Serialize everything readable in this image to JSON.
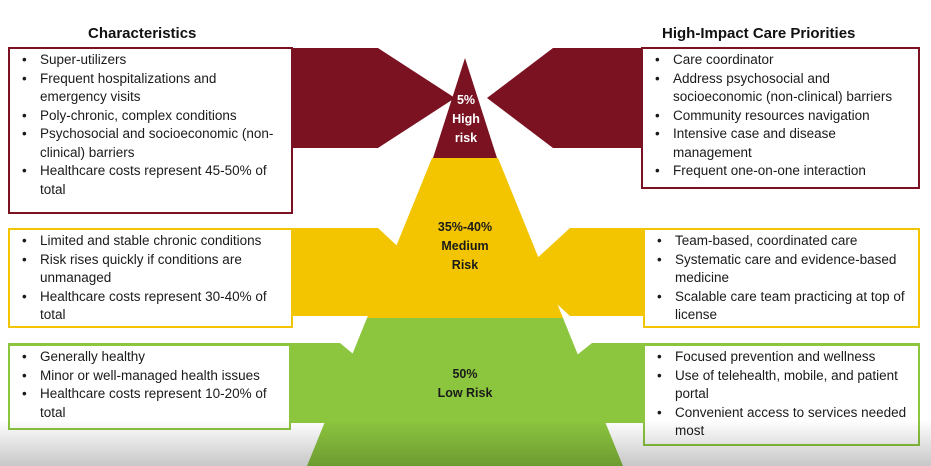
{
  "headings": {
    "characteristics": "Characteristics",
    "priorities": "High-Impact Care Priorities"
  },
  "colors": {
    "high": "#7a1222",
    "medium": "#f2c500",
    "low": "#8cc63f"
  },
  "tiers": [
    {
      "id": "high",
      "label_lines": [
        "5%",
        "High",
        "risk"
      ],
      "characteristics": [
        "Super-utilizers",
        "Frequent hospitalizations and emergency visits",
        "Poly-chronic, complex conditions",
        "Psychosocial and socioeconomic (non-clinical) barriers",
        "Healthcare costs represent 45-50% of total"
      ],
      "priorities": [
        "Care coordinator",
        "Address psychosocial and socioeconomic (non-clinical) barriers",
        "Community resources navigation",
        "Intensive case and disease management",
        "Frequent one-on-one interaction"
      ]
    },
    {
      "id": "medium",
      "label_lines": [
        "35%-40%",
        "Medium",
        "Risk"
      ],
      "characteristics": [
        "Limited and stable chronic conditions",
        "Risk rises quickly if conditions are unmanaged",
        "Healthcare costs represent 30-40% of total"
      ],
      "priorities": [
        "Team-based, coordinated care",
        "Systematic care and evidence-based medicine",
        "Scalable care team practicing at top of license"
      ]
    },
    {
      "id": "low",
      "label_lines": [
        "50%",
        "Low Risk"
      ],
      "characteristics": [
        "Generally healthy",
        "Minor or well-managed health issues",
        "Healthcare costs represent 10-20% of total"
      ],
      "priorities": [
        "Focused prevention and wellness",
        "Use of telehealth, mobile, and patient portal",
        "Convenient access to services needed most"
      ]
    }
  ]
}
